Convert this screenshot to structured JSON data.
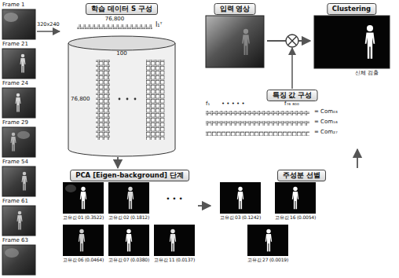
{
  "diagram": {
    "nodes": [
      {
        "text": [
          "학습 데이터 S 구성"
        ]
      },
      {
        "text": [
          "입력 영상"
        ]
      },
      {
        "text": [
          "Clustering"
        ]
      },
      {
        "text": [
          "특징 값 구성"
        ]
      },
      {
        "text": [
          "PCA [Eigen-background] 단계"
        ]
      },
      {
        "text": [
          "주성분 선별"
        ]
      }
    ],
    "edges": [
      {
        "from": 0,
        "to": 4,
        "arrow": "to"
      },
      {
        "from": 1,
        "to": 2,
        "arrow": "to"
      },
      {
        "from": 4,
        "to": 5,
        "arrow": "to"
      },
      {
        "from": 5,
        "to": 3,
        "arrow": "to"
      }
    ],
    "labels": [
      "Frame 1",
      "Frame 21",
      "Frame 24",
      "Frame 29",
      "Frame 54",
      "Frame 61",
      "Frame 63",
      "320x240",
      "76,800",
      "I₁ᵀ",
      "100",
      "76,800",
      "신체 검출",
      "f₁",
      "• • • • •",
      "f₇₆ ₈₀₀",
      "= Com₀₃",
      "= Com₁₆",
      "= Com₂₇",
      "고유값 01 (0.3522)",
      "고유값 02 (0.1812)",
      "• • •",
      "고유값 06 (0.0464)",
      "고유값 07 (0.0380)",
      "고유값 11 (0.0137)",
      "고유값 03 (0.1242)",
      "고유값 16 (0.0054)",
      "고유값 27 (0.0019)"
    ]
  }
}
